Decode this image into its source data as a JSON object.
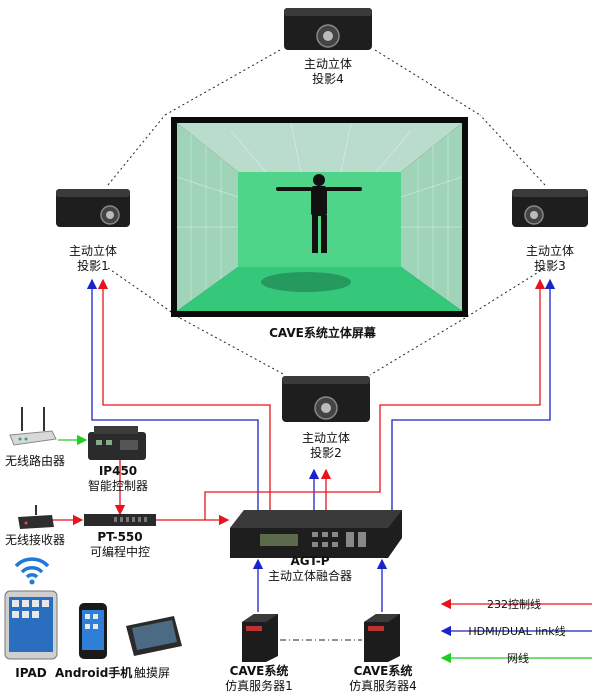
{
  "screen": {
    "title": "CAVE系统立体屏幕"
  },
  "projectors": [
    {
      "line1": "主动立体",
      "line2": "投影4"
    },
    {
      "line1": "主动立体",
      "line2": "投影1"
    },
    {
      "line1": "主动立体",
      "line2": "投影3"
    },
    {
      "line1": "主动立体",
      "line2": "投影2"
    }
  ],
  "devices": {
    "router": {
      "label": "无线路由器"
    },
    "ip450": {
      "name": "IP450",
      "desc": "智能控制器"
    },
    "receiver": {
      "label": "无线接收器"
    },
    "pt550": {
      "name": "PT-550",
      "desc": "可编程中控"
    },
    "agtp": {
      "name": "AGT-P",
      "desc": "主动立体融合器"
    },
    "server1": {
      "line1": "CAVE系统",
      "line2": "仿真服务器1"
    },
    "server4": {
      "line1": "CAVE系统",
      "line2": "仿真服务器4"
    },
    "ipad": {
      "label": "IPAD"
    },
    "android": {
      "label": "Android手机"
    },
    "touch": {
      "label": "触摸屏"
    }
  },
  "legend": [
    {
      "label": "232控制线",
      "color": "#e8141b"
    },
    {
      "label": "HDMI/DUAL link线",
      "color": "#1a22c8"
    },
    {
      "label": "网线",
      "color": "#22cc22"
    }
  ]
}
